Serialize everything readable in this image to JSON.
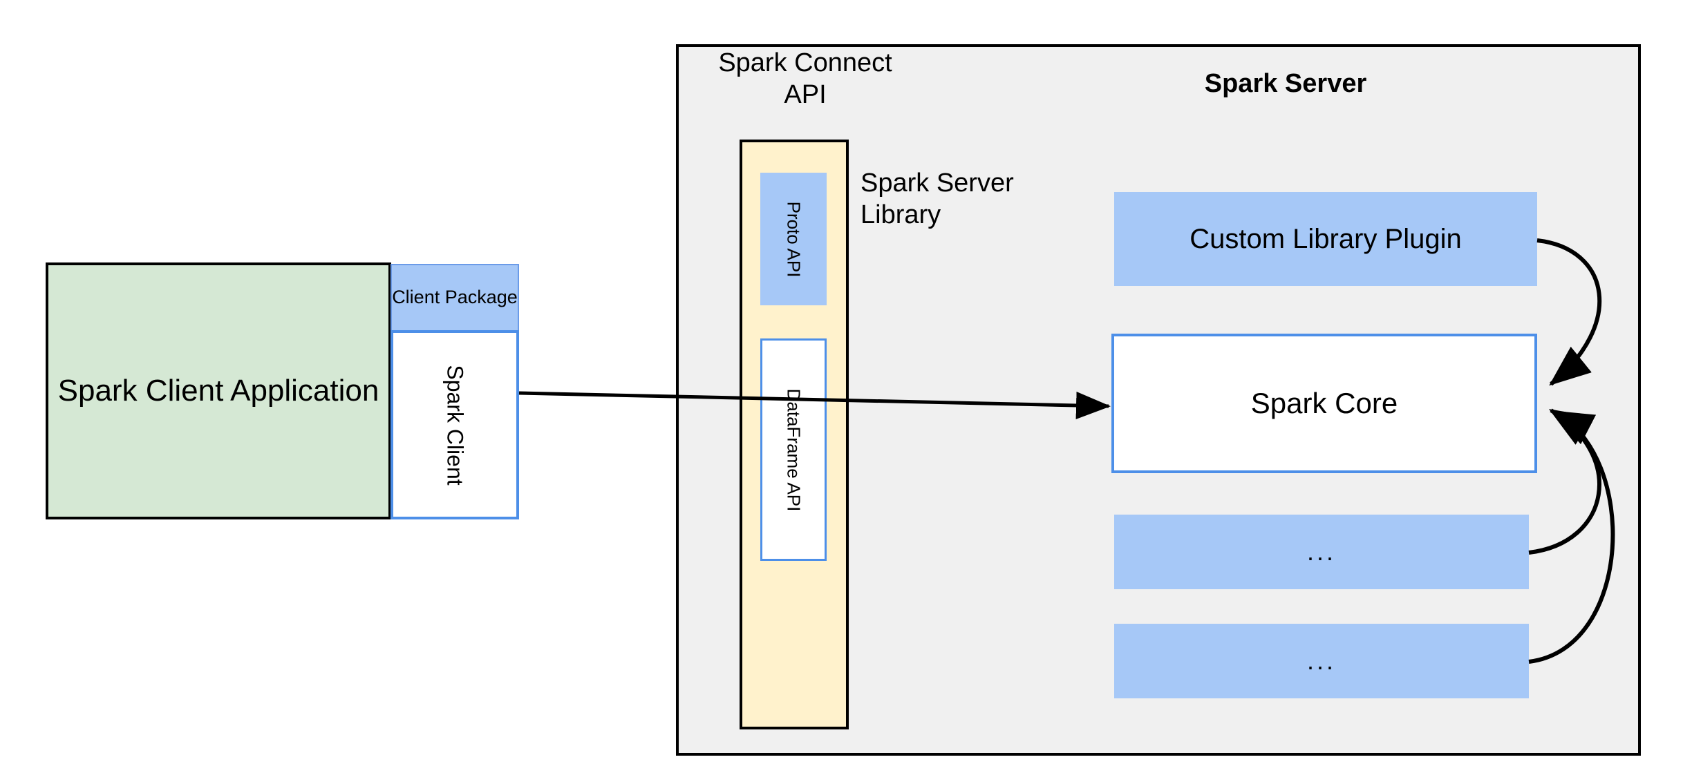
{
  "diagram": {
    "title": "Spark Connect architecture",
    "colors": {
      "client_app_fill": "#D5E8D4",
      "blue_fill": "#A6C8F7",
      "blue_stroke": "#4D8FE8",
      "yellow_fill": "#FFF2CC",
      "server_bg": "#F0F0F0",
      "black_stroke": "#000000",
      "white_fill": "#FFFFFF"
    }
  },
  "client": {
    "application_label": "Spark Client\nApplication",
    "package_label": "Client\nPackage",
    "spark_client_label": "Spark Client"
  },
  "server": {
    "connect_api_label": "Spark Connect\nAPI",
    "title": "Spark Server",
    "server_library_label": "Spark Server\nLibrary",
    "proto_api_label": "Proto API",
    "dataframe_api_label": "DataFrame API",
    "components": [
      {
        "label": "Custom Library Plugin",
        "style": "blue-filled"
      },
      {
        "label": "Spark Core",
        "style": "white-blue-border"
      },
      {
        "label": "...",
        "style": "blue-filled"
      },
      {
        "label": "...",
        "style": "blue-filled"
      }
    ]
  },
  "connectors": {
    "client_to_server_label": "",
    "plugin_to_core_label": "",
    "ellipsis1_to_core_label": "",
    "ellipsis2_to_core_label": ""
  }
}
